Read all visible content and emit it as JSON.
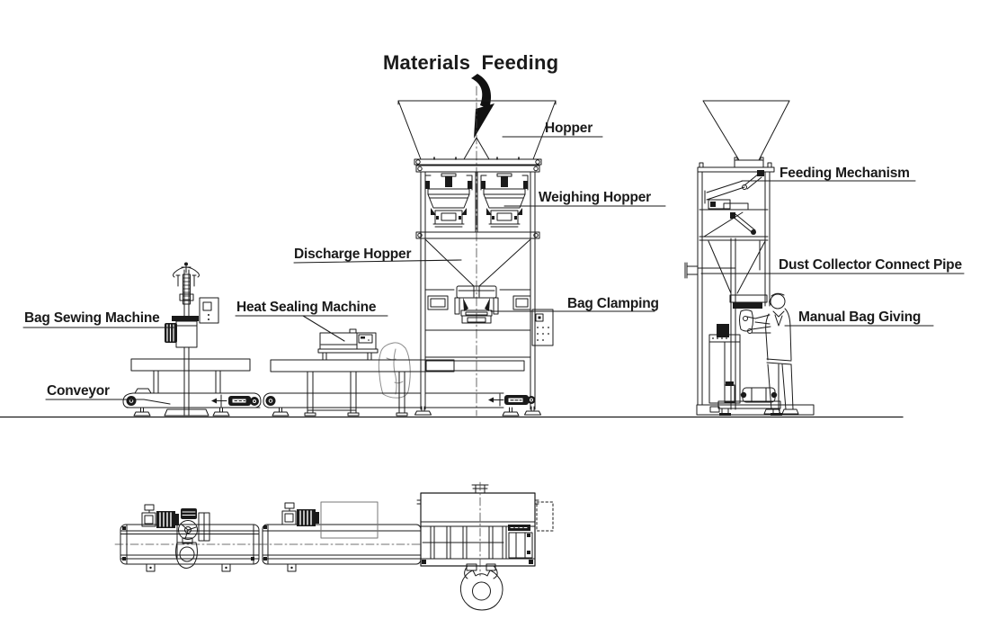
{
  "diagram": {
    "title": "Materials Feeding",
    "labels": {
      "hopper": "Hopper",
      "weighing_hopper": "Weighing Hopper",
      "discharge_hopper": "Discharge Hopper",
      "bag_clamping": "Bag Clamping",
      "heat_sealing_machine": "Heat Sealing Machine",
      "bag_sewing_machine": "Bag Sewing Machine",
      "conveyor": "Conveyor",
      "feeding_mechanism": "Feeding Mechanism",
      "dust_collector_connect_pipe": "Dust Collector Connect Pipe",
      "manual_bag_giving": "Manual Bag Giving"
    },
    "colors": {
      "line": "#1a1a1a",
      "background": "#ffffff"
    }
  }
}
